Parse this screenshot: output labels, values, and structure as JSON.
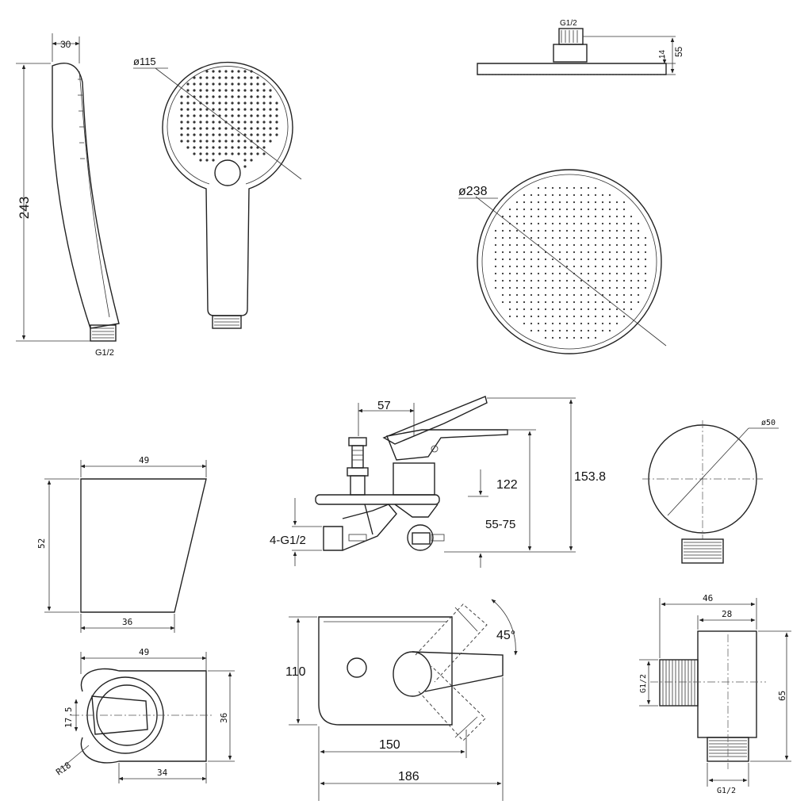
{
  "handshower_side": {
    "width": "30",
    "length": "243",
    "thread": "G1/2"
  },
  "handshower_front": {
    "diameter": "ø115"
  },
  "rain_side": {
    "thread": "G1/2",
    "thickness": "14",
    "height": "55"
  },
  "rain_top": {
    "diameter": "ø238"
  },
  "mixer_side": {
    "d57": "57",
    "d122": "122",
    "d153": "153.8",
    "depth": "55-75",
    "inlets": "4-G1/2"
  },
  "mixer_front": {
    "width150": "150",
    "width186": "186",
    "height110": "110",
    "angle": "45°"
  },
  "holder_front": {
    "top": "49",
    "height": "52",
    "bottom": "36"
  },
  "holder_top": {
    "width": "49",
    "depth": "36",
    "offset": "17.5",
    "radius": "R18",
    "base": "34"
  },
  "elbow_front": {
    "diameter": "ø50"
  },
  "elbow_side": {
    "w46": "46",
    "w28": "28",
    "h65": "65",
    "thread_side": "G1/2",
    "thread_bottom": "G1/2"
  }
}
